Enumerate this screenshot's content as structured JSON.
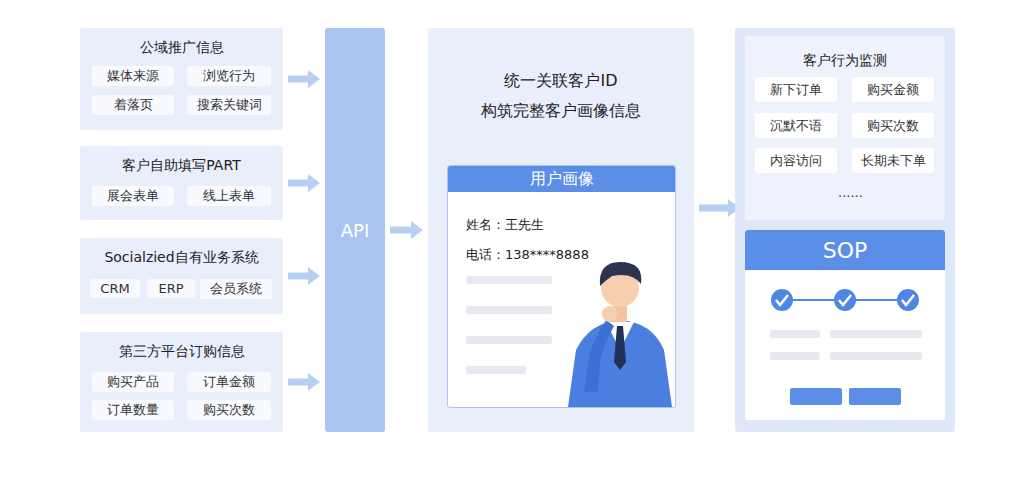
{
  "diagram": {
    "nodes": [
      {
        "text": [
          "公域推广信息"
        ]
      },
      {
        "text": [
          "媒体来源"
        ],
        "in": 0
      },
      {
        "text": [
          "浏览行为"
        ],
        "in": 0
      },
      {
        "text": [
          "着落页"
        ],
        "in": 0
      },
      {
        "text": [
          "搜索关键词"
        ],
        "in": 0
      },
      {
        "text": [
          "客户自助填写PART"
        ]
      },
      {
        "text": [
          "展会表单"
        ],
        "in": 5
      },
      {
        "text": [
          "线上表单"
        ],
        "in": 5
      },
      {
        "text": [
          "Socialzied自有业务系统"
        ]
      },
      {
        "text": [
          "CRM"
        ],
        "in": 8
      },
      {
        "text": [
          "ERP"
        ],
        "in": 8
      },
      {
        "text": [
          "会员系统"
        ],
        "in": 8
      },
      {
        "text": [
          "第三方平台订购信息"
        ]
      },
      {
        "text": [
          "购买产品"
        ],
        "in": 12
      },
      {
        "text": [
          "订单金额"
        ],
        "in": 12
      },
      {
        "text": [
          "订单数量"
        ],
        "in": 12
      },
      {
        "text": [
          "购买次数"
        ],
        "in": 12
      },
      {
        "text": [
          "API"
        ]
      },
      {
        "text": [
          "统一关联客户ID 构筑完整客户画像信息"
        ]
      },
      {
        "text": [
          "用户画像",
          "姓名：王先生",
          "电话：138****8888"
        ],
        "in": 18
      },
      {
        "text": [
          "客户行为监测"
        ]
      },
      {
        "text": [
          "新下订单"
        ],
        "in": 20
      },
      {
        "text": [
          "购买金额"
        ],
        "in": 20
      },
      {
        "text": [
          "沉默不语"
        ],
        "in": 20
      },
      {
        "text": [
          "购买次数"
        ],
        "in": 20
      },
      {
        "text": [
          "内容访问"
        ],
        "in": 20
      },
      {
        "text": [
          "长期未下单"
        ],
        "in": 20
      },
      {
        "text": [
          "SOP"
        ]
      }
    ],
    "edges": [
      {
        "from": 0,
        "to": 17,
        "arrow": "to"
      },
      {
        "from": 5,
        "to": 17,
        "arrow": "to"
      },
      {
        "from": 8,
        "to": 17,
        "arrow": "to"
      },
      {
        "from": 12,
        "to": 17,
        "arrow": "to"
      },
      {
        "from": 17,
        "to": 18,
        "arrow": "to"
      },
      {
        "from": 18,
        "to": 20,
        "arrow": "to"
      }
    ],
    "labels": [
      "......"
    ]
  }
}
